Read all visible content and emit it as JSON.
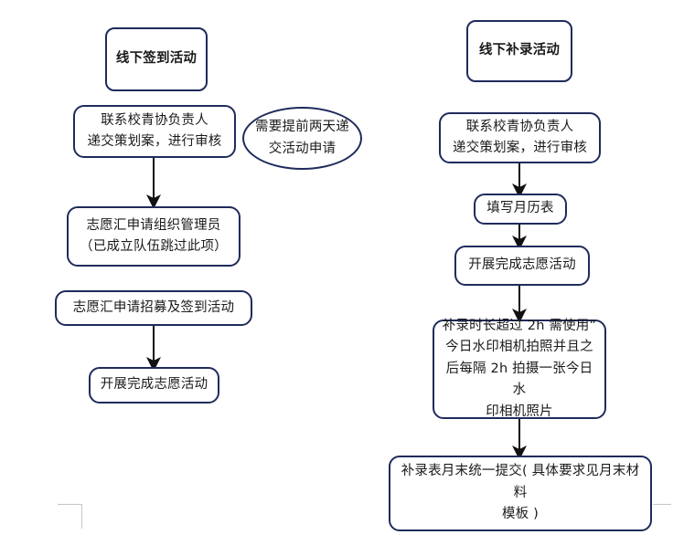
{
  "diagram": {
    "title_left": "线下签到活动",
    "title_right": "线下补录活动",
    "left_flow": {
      "header": "线下签到活动",
      "steps": [
        "联系校青协负责人\n递交策划案，进行审核",
        "志愿汇申请组织管理员\n（已成立队伍跳过此项）",
        "志愿汇申请招募及签到活动",
        "开展完成志愿活动"
      ],
      "note": "需要提前两天递\n交活动申请"
    },
    "right_flow": {
      "header": "线下补录活动",
      "steps": [
        "联系校青协负责人\n递交策划案，进行审核",
        "填写月历表",
        "开展完成志愿活动",
        "补录时长超过 2h 需使用”\n今日水印相机拍照并且之\n后每隔 2h 拍摄一张今日水\n印相机照片",
        "补录表月末统一提交( 具体要求见月末材料\n模板 )"
      ]
    }
  },
  "colors": {
    "border": "#1F2B5B",
    "arrow": "#111111",
    "text": "#1a1a1a",
    "background": "#ffffff",
    "corner_mark": "#c6c6c6"
  }
}
